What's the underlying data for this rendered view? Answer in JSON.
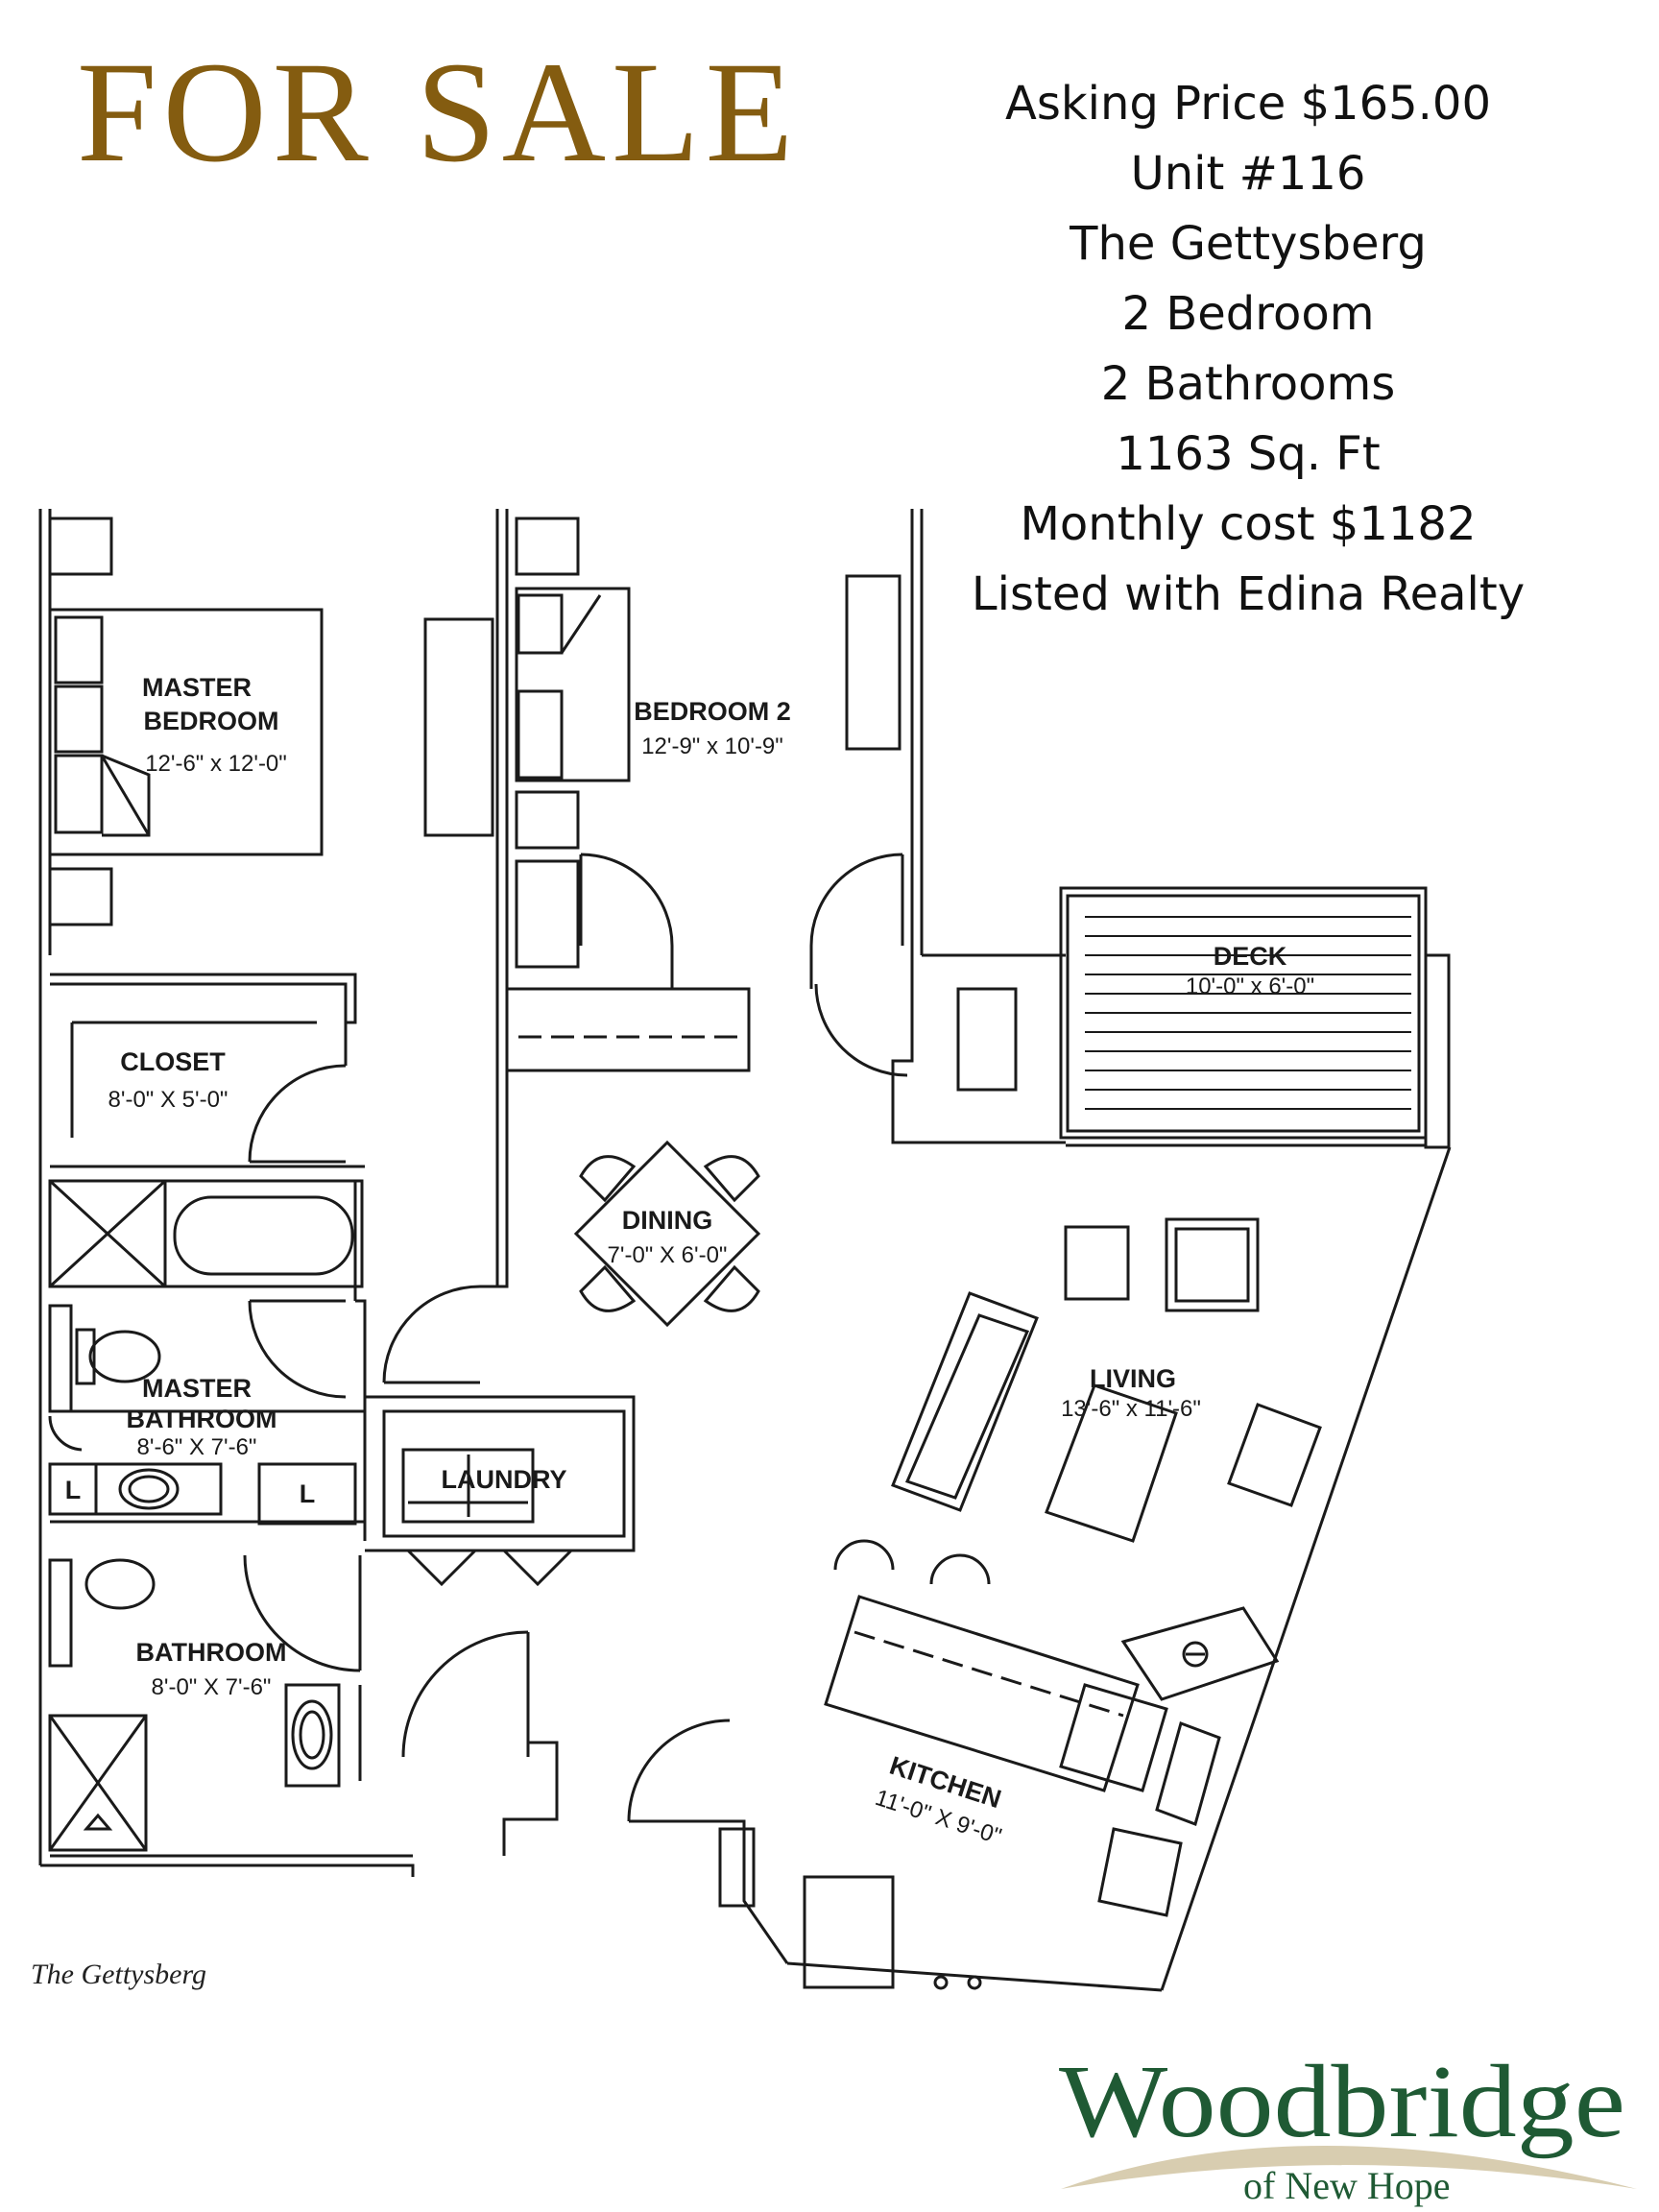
{
  "heading": "FOR SALE",
  "listing": {
    "lines": [
      "Asking Price $165.00",
      "Unit #116",
      "The Gettysberg",
      "2 Bedroom",
      "2 Bathrooms",
      "1163 Sq. Ft",
      "Monthly cost $1182",
      "Listed with Edina Realty"
    ]
  },
  "floorplan": {
    "caption": "The Gettysberg",
    "rooms": {
      "master_bedroom": {
        "name_line1": "MASTER",
        "name_line2": "BEDROOM",
        "size": "12'-6\" x 12'-0\""
      },
      "bedroom2": {
        "name": "BEDROOM 2",
        "size": "12'-9\" x 10'-9\""
      },
      "deck": {
        "name": "DECK",
        "size": "10'-0\" x 6'-0\""
      },
      "closet": {
        "name": "CLOSET",
        "size": "8'-0\" X 5'-0\""
      },
      "dining": {
        "name": "DINING",
        "size": "7'-0\" X 6'-0\""
      },
      "living": {
        "name": "LIVING",
        "size": "13'-6\" x 11'-6\""
      },
      "master_bathroom": {
        "name_line1": "MASTER",
        "name_line2": "BATHROOM",
        "size": "8'-6\" X 7'-6\""
      },
      "laundry": {
        "name": "LAUNDRY"
      },
      "bathroom": {
        "name": "BATHROOM",
        "size": "8'-0\" X 7'-6\""
      },
      "kitchen": {
        "name": "KITCHEN",
        "size": "11'-0\" X 9'-0\""
      }
    },
    "linen_marker": "L"
  },
  "logo": {
    "name": "Woodbridge",
    "tagline": "of New Hope",
    "colors": {
      "wordmark": "#1f5a34",
      "swoosh": "#d8cdb0"
    }
  },
  "colors": {
    "heading": "#845c10",
    "text": "#111111",
    "lines": "#1a1a1a"
  }
}
